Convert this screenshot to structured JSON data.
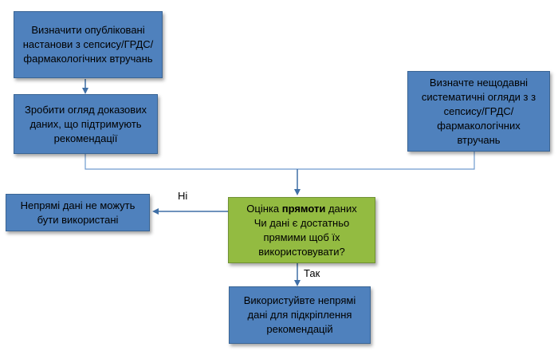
{
  "diagram": {
    "nodes": {
      "guidelines": {
        "text": "Визначити опубліковані\nнастанови з сепсису/ГРДС/\nфармакологічних втручань"
      },
      "review_evidence": {
        "text": "Зробити огляд доказових\nданих, що підтримують\nрекомендації"
      },
      "systematic_reviews": {
        "text": "Визначте нещодавні\nсистематичні огляди з з\nсепсису/ГРДС/\nфармакологічних втручань"
      },
      "indirect_not_usable": {
        "text": "Непрямі дані не можуть\nбути використані"
      },
      "assess_directness": {
        "line1_prefix": "Оцінка ",
        "line1_bold": "прямоти",
        "line1_suffix": " даних",
        "rest": "Чи дані є достатньо\nпрямими щоб їх\nвикористовувати?"
      },
      "use_indirect": {
        "text": "Використуйвте непрямі\nдані для підкріплення\nрекомендацій"
      }
    },
    "edge_labels": {
      "no": "Ні",
      "yes": "Так"
    },
    "colors": {
      "process_box": "#4f81bd",
      "decision_box": "#93bb41",
      "connector": "#6f9bcf",
      "arrow": "#3f6fa6"
    }
  }
}
